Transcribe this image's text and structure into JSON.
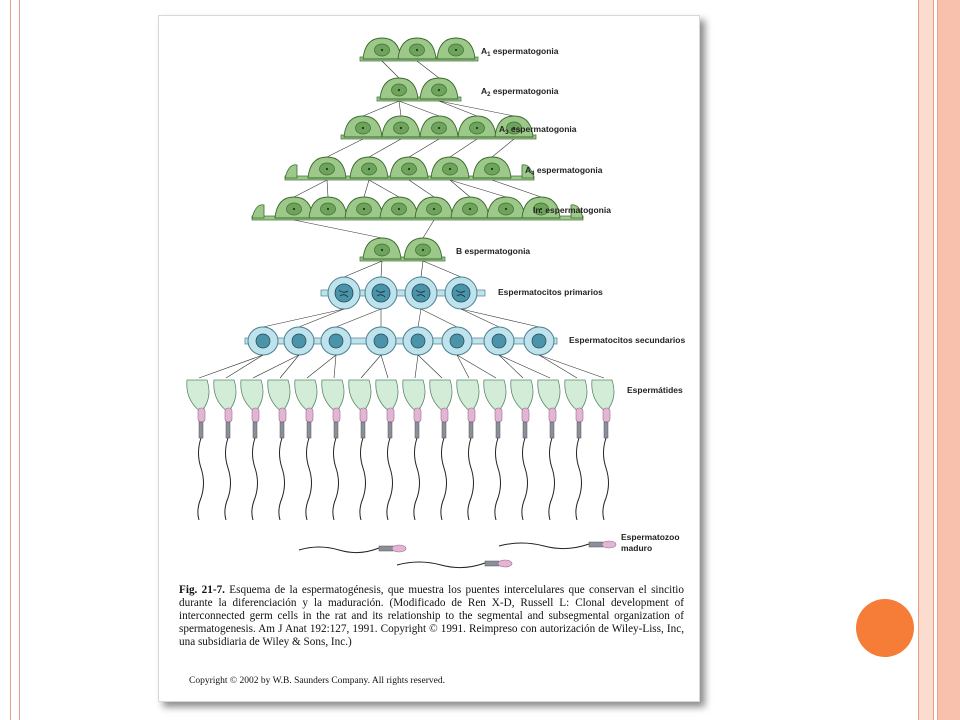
{
  "levels": [
    {
      "prefix": "A",
      "sub": "1",
      "text": "espermatogonia"
    },
    {
      "prefix": "A",
      "sub": "2",
      "text": "espermatogonia"
    },
    {
      "prefix": "A",
      "sub": "3",
      "text": "espermatogonia"
    },
    {
      "prefix": "A",
      "sub": "4",
      "text": "espermatogonia"
    },
    {
      "prefix": "In.",
      "sub": "",
      "text": "espermatogonia"
    },
    {
      "prefix": "B",
      "sub": "",
      "text": "espermatogonia"
    }
  ],
  "labels": {
    "primary": "Espermatocitos primarios",
    "secondary": "Espermatocitos secundarios",
    "spermatids": "Espermátides",
    "mature_line1": "Espermatozoo",
    "mature_line2": "maduro"
  },
  "caption": {
    "fig_label": "Fig. 21-7.",
    "text": "Esquema de la espermatogénesis, que muestra los puentes intercelulares que conservan el sincitio durante la diferenciación y la maduración. (Modificado de Ren X-D, Russell L: Clonal development of interconnected germ cells in the rat and its relationship to the segmental and subsegmental organization of spermatogenesis. Am J Anat 192:127, 1991. Copyright © 1991. Reimpreso con autorización de Wiley-Liss, Inc, una subsidiaria de Wiley & Sons, Inc.)"
  },
  "copyright": "Copyright © 2002 by W.B. Saunders Company. All rights reserved.",
  "colors": {
    "spermatogonia_fill": "#9cc98a",
    "spermatogonia_stroke": "#3c6b2f",
    "spermatocyte_fill": "#bfe3ec",
    "spermatocyte_nucleus": "#4a93a8",
    "spermatid_fill": "#d2ecd8",
    "acrosome": "#e3b5d4",
    "accent_dot": "#f57d37"
  }
}
